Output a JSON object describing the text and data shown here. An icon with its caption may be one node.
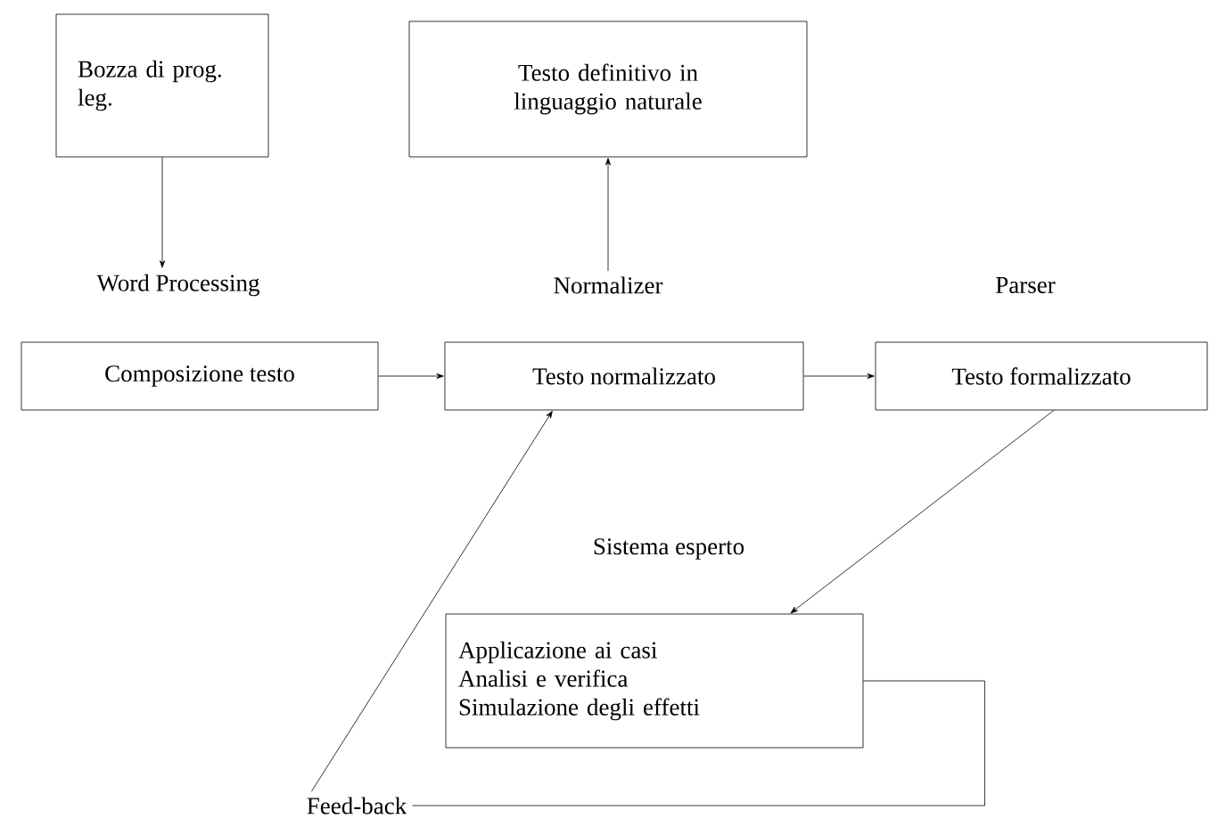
{
  "diagram": {
    "nodes": [
      {
        "text": [
          "Bozza di prog. leg."
        ]
      },
      {
        "text": [
          "Testo definitivo in linguaggio naturale"
        ]
      },
      {
        "text": [
          "Word Processing"
        ]
      },
      {
        "text": [
          "Normalizer"
        ]
      },
      {
        "text": [
          "Composizione testo"
        ]
      },
      {
        "text": [
          "Testo normalizzato"
        ]
      },
      {
        "text": [
          "Testo  formalizzato"
        ]
      },
      {
        "text": [
          "Applicazione ai casi",
          "Analisi e verifica",
          "Simulazione degli effetti"
        ]
      },
      {
        "text": [
          "Feed-back"
        ]
      }
    ],
    "edges": [
      {
        "from": 0,
        "to": 2,
        "arrow": "to"
      },
      {
        "from": 3,
        "to": 1,
        "arrow": "to"
      },
      {
        "from": 4,
        "to": 5,
        "arrow": "to"
      },
      {
        "from": 5,
        "to": 6,
        "arrow": "to"
      },
      {
        "from": 6,
        "to": 7,
        "arrow": "to"
      },
      {
        "from": 7,
        "to": 8,
        "arrow": "none"
      },
      {
        "from": 8,
        "to": 5,
        "arrow": "to"
      }
    ],
    "labels": [
      "Parser",
      "Sistema esperto"
    ]
  }
}
